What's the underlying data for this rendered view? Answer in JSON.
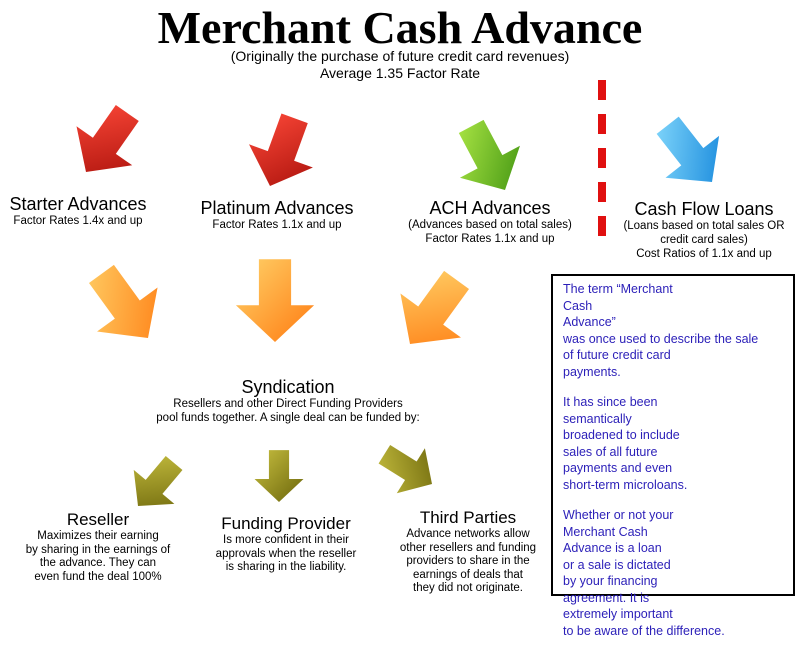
{
  "header": {
    "title": "Merchant Cash Advance",
    "subtitle": "(Originally the purchase of future credit card revenues)",
    "factor_line": "Average 1.35 Factor Rate"
  },
  "top_products": [
    {
      "title": "Starter Advances",
      "details": [
        "Factor Rates 1.4x and up"
      ]
    },
    {
      "title": "Platinum Advances",
      "details": [
        "Factor Rates 1.1x and up"
      ]
    },
    {
      "title": "ACH Advances",
      "details": [
        "(Advances based on total sales)",
        "Factor Rates 1.1x and up"
      ]
    },
    {
      "title": "Cash Flow Loans",
      "details": [
        "(Loans based on total sales OR",
        "credit card sales)",
        "Cost Ratios of 1.1x and up"
      ]
    }
  ],
  "syndication": {
    "title": "Syndication",
    "lines": [
      "Resellers and other Direct Funding Providers",
      "pool funds together. A single deal can be funded by:"
    ]
  },
  "funders": [
    {
      "title": "Reseller",
      "lines": [
        "Maximizes their earning",
        "by sharing in the earnings of",
        "the advance. They can",
        "even fund the deal 100%"
      ]
    },
    {
      "title": "Funding Provider",
      "lines": [
        "Is more confident in their",
        "approvals when the reseller",
        "is sharing in the liability."
      ]
    },
    {
      "title": "Third Parties",
      "lines": [
        "Advance networks allow",
        "other resellers and funding",
        "providers to share in the",
        "earnings of deals that",
        "they did not originate."
      ]
    }
  ],
  "info_box": {
    "paragraphs": [
      [
        "The term “Merchant Cash",
        "Advance”",
        "was once used to describe the sale",
        "of future credit card",
        "payments."
      ],
      [
        "It has since been",
        "semantically",
        "broadened to include",
        "sales of all future",
        "payments and even",
        "short-term microloans."
      ],
      [
        "Whether or not your",
        "Merchant Cash",
        "Advance is a loan",
        "or a sale is dictated",
        "by your financing",
        "agreement. It is",
        "extremely important",
        "to be aware of the difference."
      ]
    ]
  },
  "colors": {
    "red_arrow": "#d11a12",
    "green_arrow": "#55b51a",
    "blue_arrow": "#1ea6f0",
    "orange_arrow": "#ff8f1c",
    "olive_arrow": "#8c8612",
    "info_text": "#2b1fb8",
    "dash": "#e01010",
    "question_mark": "#d8161a"
  }
}
